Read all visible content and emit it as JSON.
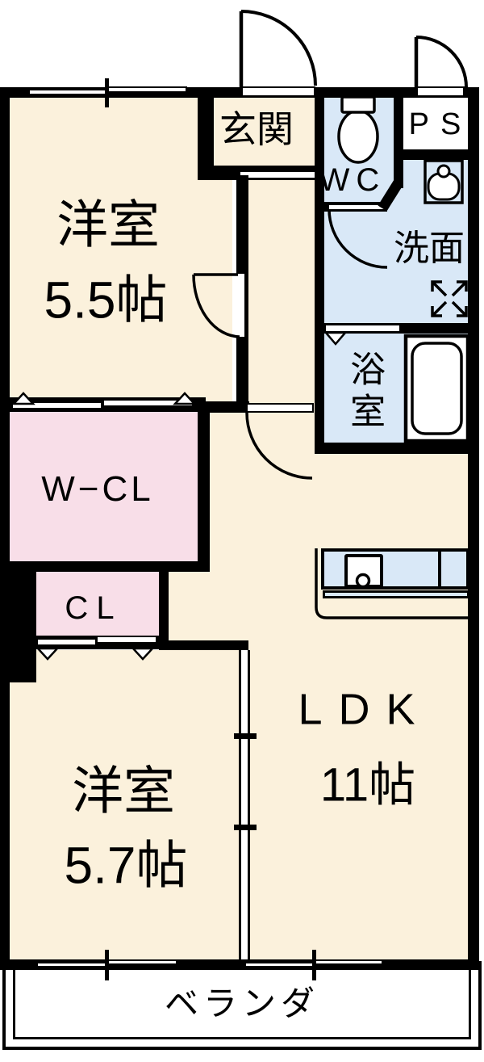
{
  "colors": {
    "floor": "#FBF1DC",
    "wet": "#D9E8F7",
    "closet": "#F8DEE8",
    "wall": "#000000",
    "balcony_bg": "#FFFFFF"
  },
  "rooms": {
    "western_5_5": {
      "name": "洋室",
      "size": "5.5帖"
    },
    "entrance": {
      "label": "玄関"
    },
    "wc": {
      "label": "WC"
    },
    "pipe_space": {
      "label": "PS"
    },
    "washroom": {
      "label": "洗面"
    },
    "bathroom": {
      "label": "浴室"
    },
    "walk_in_closet": {
      "label": "W−CL"
    },
    "closet": {
      "label": "CL"
    },
    "ldk": {
      "name": "LDK",
      "size": "11帖"
    },
    "western_5_7": {
      "name": "洋室",
      "size": "5.7帖"
    },
    "balcony": {
      "label": "ベランダ"
    }
  }
}
